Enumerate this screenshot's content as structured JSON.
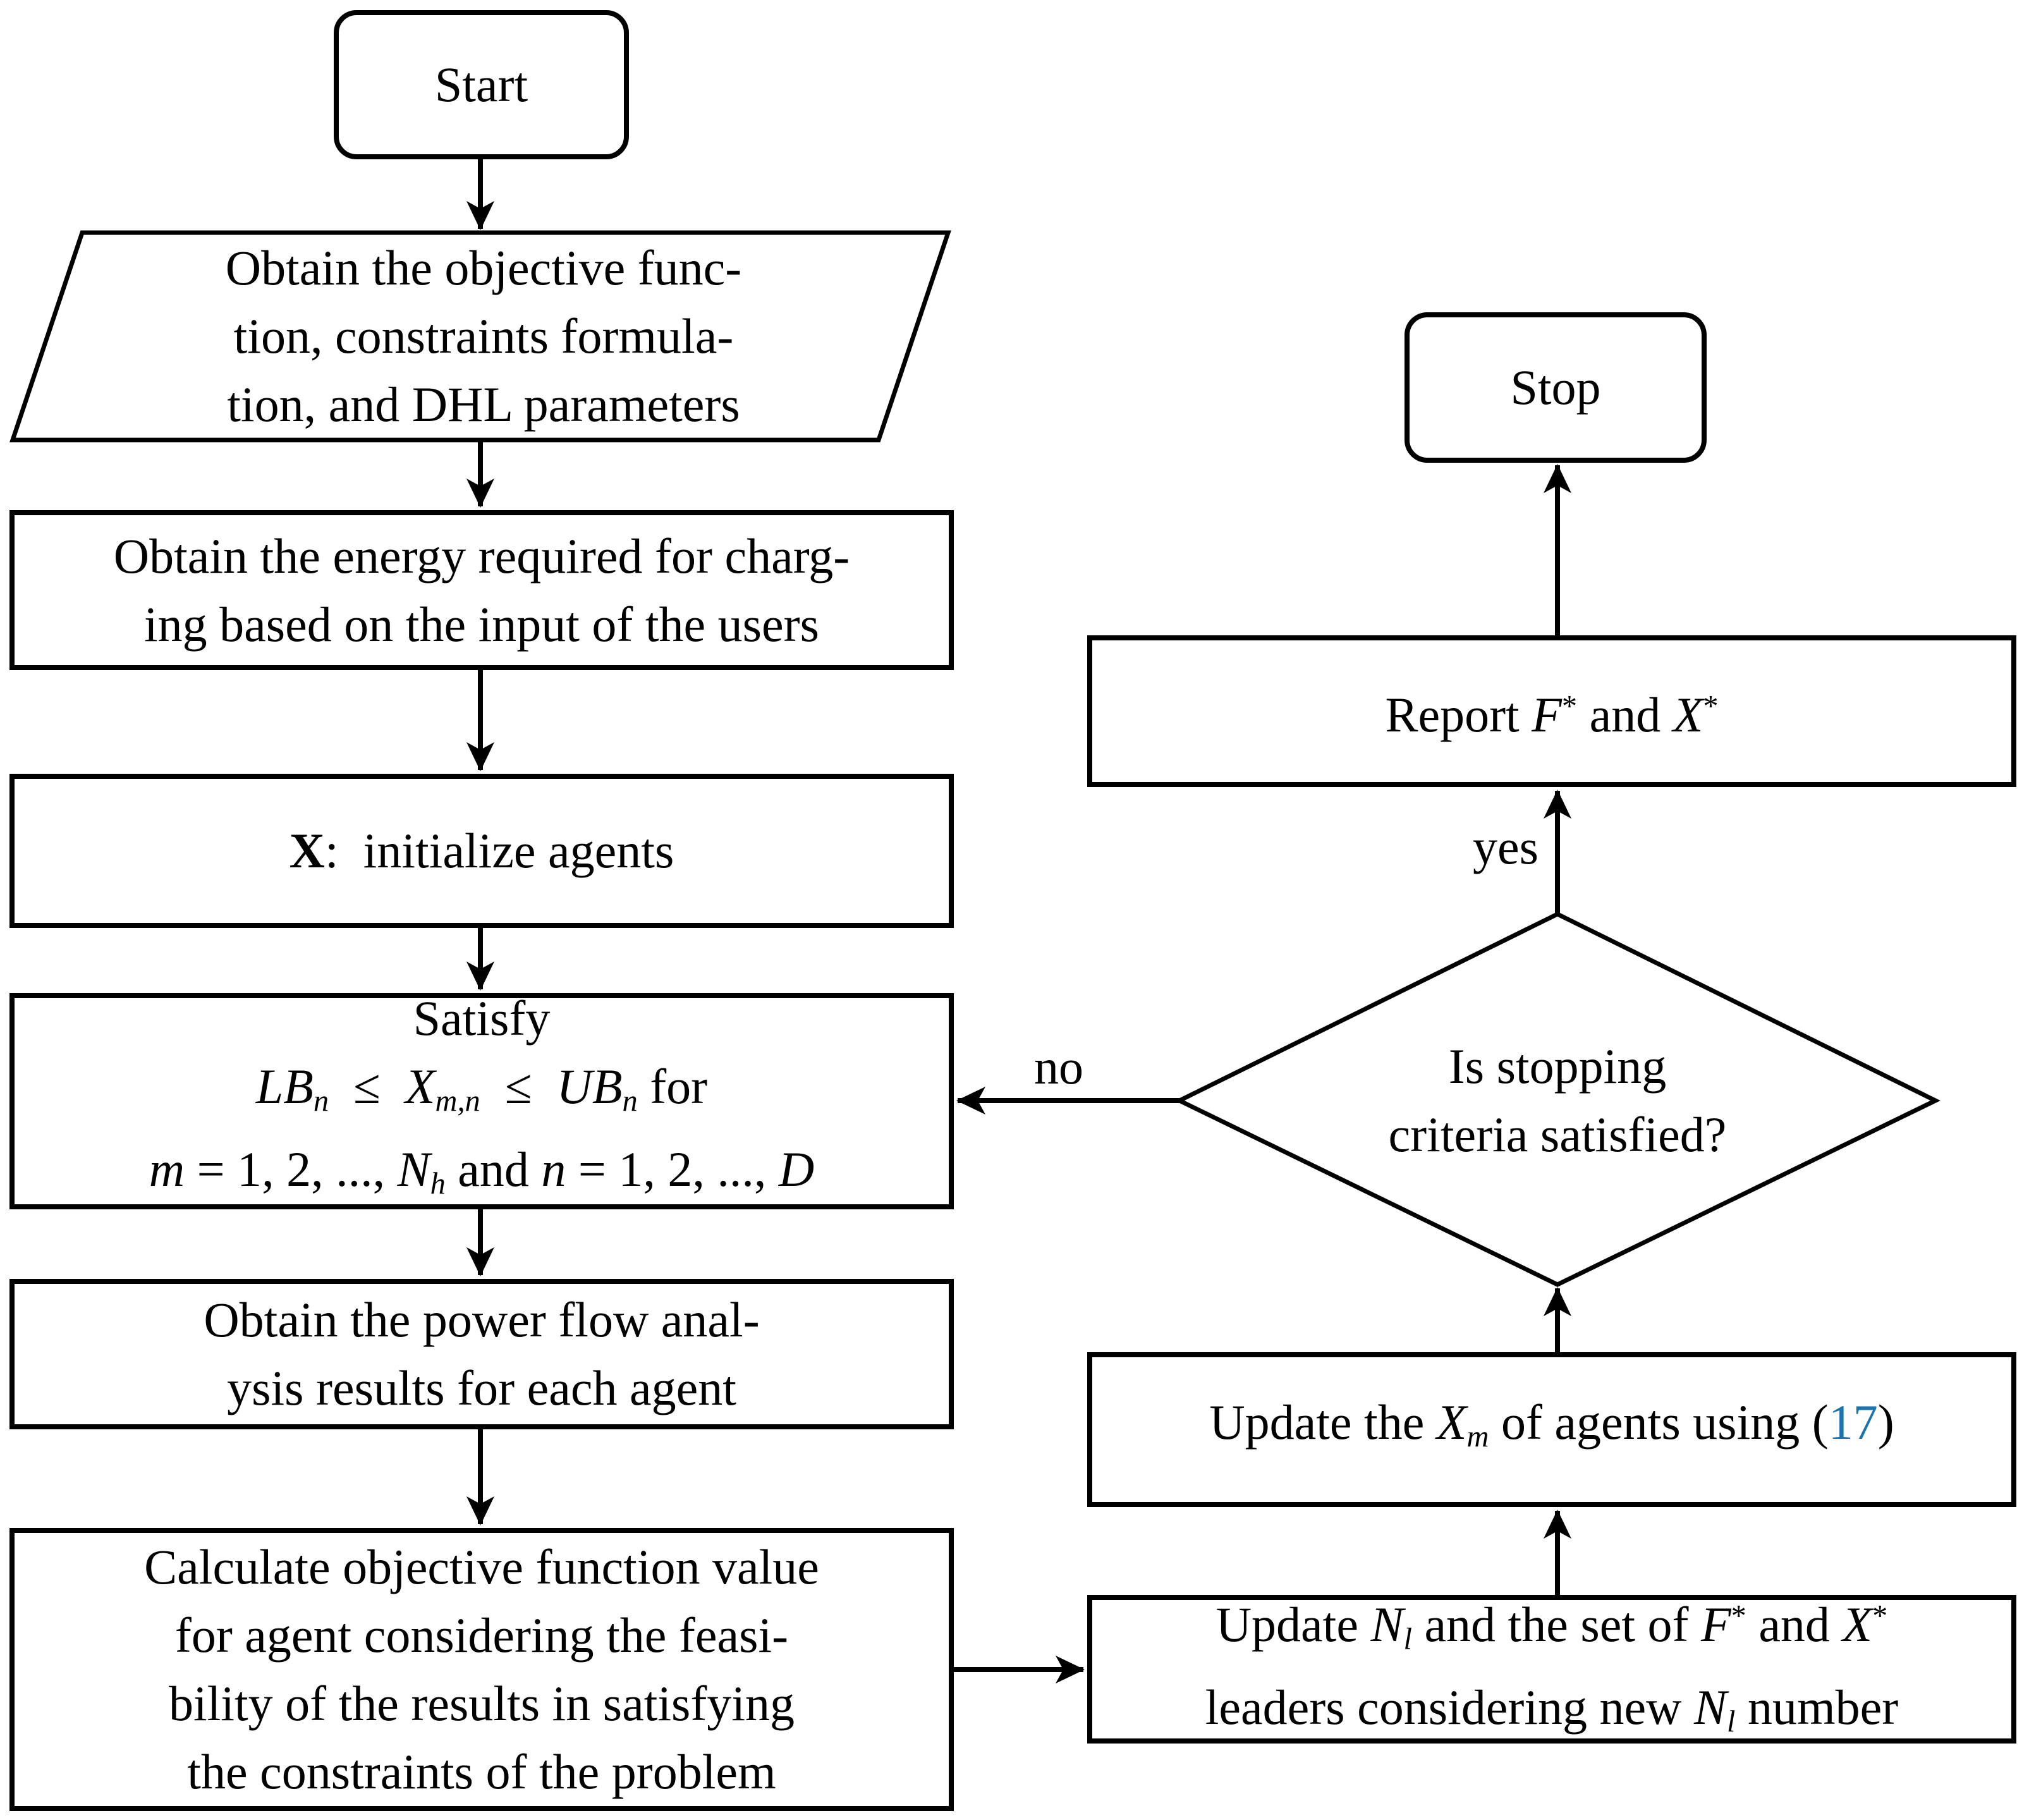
{
  "figure": {
    "type": "flowchart",
    "colors": {
      "background": "#ffffff",
      "stroke": "#000000",
      "text": "#000000",
      "citation_link": "#1b74ae"
    },
    "nodes": {
      "start": {
        "kind": "terminator",
        "lines": [
          [
            {
              "t": "Start"
            }
          ]
        ]
      },
      "input": {
        "kind": "input-parallelogram",
        "lines": [
          [
            {
              "t": "Obtain the objective func-"
            }
          ],
          [
            {
              "t": "tion, constraints formula-"
            }
          ],
          [
            {
              "t": "tion, and DHL parameters"
            }
          ]
        ]
      },
      "energy": {
        "kind": "process",
        "lines": [
          [
            {
              "t": "Obtain the energy required for charg-"
            }
          ],
          [
            {
              "t": "ing based on the input of the users"
            }
          ]
        ]
      },
      "initialize": {
        "kind": "process",
        "lines": [
          [
            {
              "t": "X",
              "s": "b"
            },
            {
              "t": ":  initialize agents"
            }
          ]
        ]
      },
      "satisfy": {
        "kind": "process",
        "lines": [
          [
            {
              "t": "Satisfy"
            }
          ],
          [
            {
              "t": "LB",
              "s": "i"
            },
            {
              "t": "n",
              "s": "i sub"
            },
            {
              "t": "  ≤  "
            },
            {
              "t": "X",
              "s": "i"
            },
            {
              "t": "m,n",
              "s": "i sub"
            },
            {
              "t": "  ≤  "
            },
            {
              "t": "UB",
              "s": "i"
            },
            {
              "t": "n",
              "s": "i sub"
            },
            {
              "t": " for"
            }
          ],
          [
            {
              "t": "m",
              "s": "i"
            },
            {
              "t": " = 1, 2, ..., "
            },
            {
              "t": "N",
              "s": "i"
            },
            {
              "t": "h",
              "s": "i sub"
            },
            {
              "t": " and "
            },
            {
              "t": "n",
              "s": "i"
            },
            {
              "t": " = 1, 2, ..., "
            },
            {
              "t": "D",
              "s": "i"
            }
          ]
        ]
      },
      "powerflow": {
        "kind": "process",
        "lines": [
          [
            {
              "t": "Obtain the power flow anal-"
            }
          ],
          [
            {
              "t": "ysis results for each agent"
            }
          ]
        ]
      },
      "calculate": {
        "kind": "process",
        "lines": [
          [
            {
              "t": "Calculate objective function value"
            }
          ],
          [
            {
              "t": "for agent considering the feasi-"
            }
          ],
          [
            {
              "t": "bility of the results in satisfying"
            }
          ],
          [
            {
              "t": "the constraints of the problem"
            }
          ]
        ]
      },
      "report": {
        "kind": "process",
        "lines": [
          [
            {
              "t": "Report "
            },
            {
              "t": "F",
              "s": "i"
            },
            {
              "t": "*",
              "s": "sup"
            },
            {
              "t": " and "
            },
            {
              "t": "X",
              "s": "i"
            },
            {
              "t": "*",
              "s": "sup"
            }
          ]
        ]
      },
      "stop": {
        "kind": "terminator",
        "lines": [
          [
            {
              "t": "Stop"
            }
          ]
        ]
      },
      "decision": {
        "kind": "decision-diamond",
        "lines": [
          [
            {
              "t": "Is stopping"
            }
          ],
          [
            {
              "t": "criteria satisfied?"
            }
          ]
        ]
      },
      "update_xm": {
        "kind": "process",
        "lines": [
          [
            {
              "t": "Update the "
            },
            {
              "t": "X",
              "s": "i"
            },
            {
              "t": "m",
              "s": "i sub"
            },
            {
              "t": " of agents using ("
            },
            {
              "t": "17",
              "s": "link",
              "name": "equation-17-citation-link",
              "interactable": true
            },
            {
              "t": ")"
            }
          ]
        ]
      },
      "update_nl": {
        "kind": "process",
        "lines": [
          [
            {
              "t": "Update "
            },
            {
              "t": "N",
              "s": "i"
            },
            {
              "t": "l",
              "s": "i sub"
            },
            {
              "t": " and the set of "
            },
            {
              "t": "F",
              "s": "i"
            },
            {
              "t": "*",
              "s": "sup"
            },
            {
              "t": " and "
            },
            {
              "t": "X",
              "s": "i"
            },
            {
              "t": "*",
              "s": "sup"
            }
          ],
          [
            {
              "t": "leaders considering new "
            },
            {
              "t": "N",
              "s": "i"
            },
            {
              "t": "l",
              "s": "i sub"
            },
            {
              "t": " number"
            }
          ]
        ]
      }
    },
    "edge_labels": {
      "yes": "yes",
      "no": "no"
    }
  }
}
